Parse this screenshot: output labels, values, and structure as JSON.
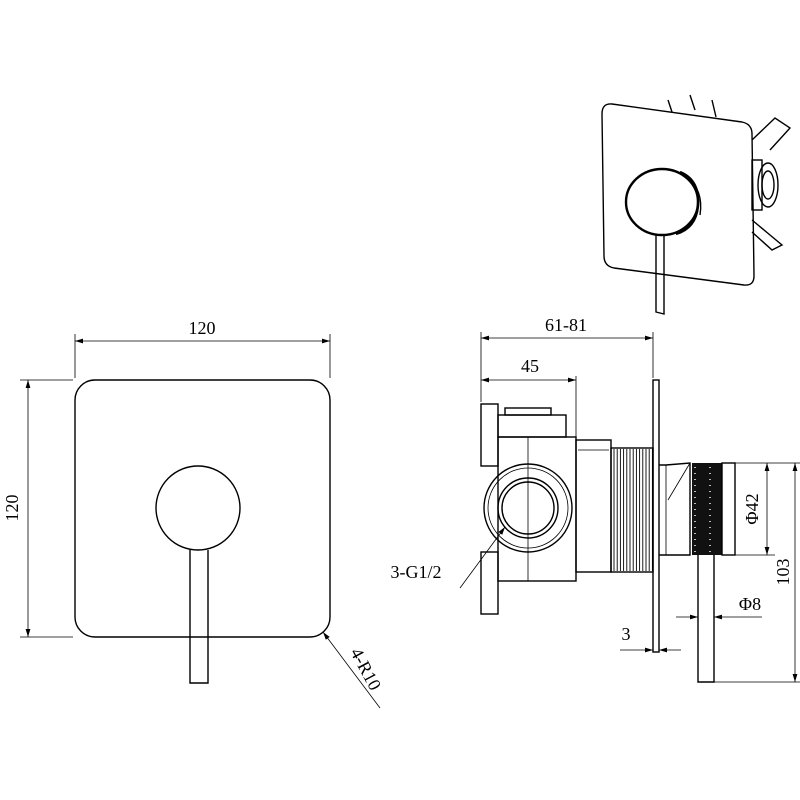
{
  "drawing": {
    "front_view": {
      "width_label": "120",
      "height_label": "120",
      "radius_label": "4-R10"
    },
    "side_view": {
      "depth_label": "61-81",
      "body_label": "45",
      "inlet_label": "3-G1/2",
      "handle_diameter_label": "Φ42",
      "lever_diameter_label": "Φ8",
      "plate_thickness_label": "3",
      "handle_height_label": "103"
    }
  }
}
